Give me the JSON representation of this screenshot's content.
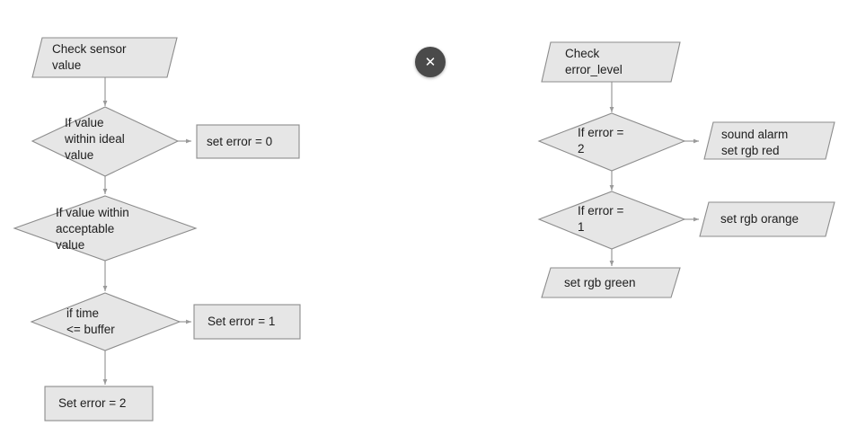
{
  "diagram": {
    "type": "flowchart",
    "background_color": "#ffffff",
    "shape_fill": "#e6e6e6",
    "shape_stroke": "#8c8c8c",
    "connector_color": "#9a9a9a",
    "text_color": "#1d1d1d",
    "flows": [
      {
        "name": "sensor-error-classification",
        "nodes": [
          {
            "id": "check-sensor-value",
            "shape": "parallelogram",
            "label": "Check sensor\nvalue"
          },
          {
            "id": "if-value-within-ideal-value",
            "shape": "diamond",
            "label": "If value\nwithin ideal\nvalue"
          },
          {
            "id": "set-error-0",
            "shape": "rectangle",
            "label": "set error = 0"
          },
          {
            "id": "if-value-within-acceptable-value",
            "shape": "diamond",
            "label": "If value within\nacceptable\nvalue"
          },
          {
            "id": "if-time-le-buffer",
            "shape": "diamond",
            "label": "if time\n<= buffer"
          },
          {
            "id": "set-error-1",
            "shape": "rectangle",
            "label": "Set error = 1"
          },
          {
            "id": "set-error-2",
            "shape": "rectangle",
            "label": "Set error = 2"
          }
        ]
      },
      {
        "name": "error-level-response",
        "nodes": [
          {
            "id": "check-error-level",
            "shape": "parallelogram",
            "label": "Check\nerror_level"
          },
          {
            "id": "if-error-2",
            "shape": "diamond",
            "label": "If error =\n2"
          },
          {
            "id": "sound-alarm-set-rgb-red",
            "shape": "parallelogram",
            "label": "sound alarm\nset rgb red"
          },
          {
            "id": "if-error-1",
            "shape": "diamond",
            "label": "If error =\n1"
          },
          {
            "id": "set-rgb-orange",
            "shape": "parallelogram",
            "label": "set rgb orange"
          },
          {
            "id": "set-rgb-green",
            "shape": "parallelogram",
            "label": "set rgb green"
          }
        ]
      }
    ]
  },
  "overlay": {
    "close_button": {
      "icon": "close-icon",
      "glyph": "✕",
      "background_color": "#4a4a4a",
      "foreground_color": "#ffffff"
    }
  }
}
